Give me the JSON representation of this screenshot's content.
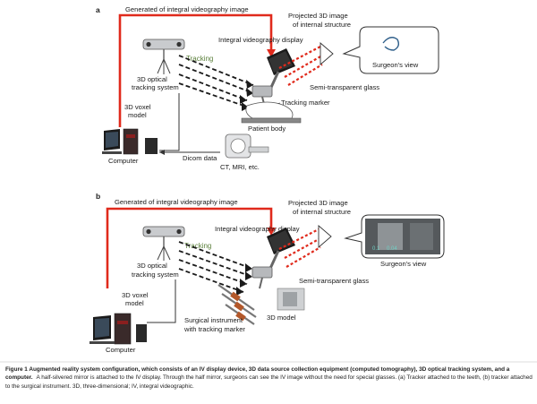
{
  "panels": {
    "a": {
      "label": "a",
      "generated": "Generated of integral videography image",
      "projected_line1": "Projected 3D image",
      "projected_line2": "of internal structure",
      "iv_display": "Integral videography display",
      "surgeons_view": "Surgeon's view",
      "tracking": "Tracking",
      "tracker_line1": "3D optical",
      "tracker_line2": "tracking system",
      "semi_glass": "Semi-transparent glass",
      "tracking_marker": "Tracking marker",
      "voxel_line1": "3D voxel",
      "voxel_line2": "model",
      "patient_body": "Patient body",
      "computer": "Computer",
      "dicom": "Dicom data",
      "ct_mri": "CT, MRI, etc."
    },
    "b": {
      "label": "b",
      "generated": "Generated of integral videography image",
      "projected_line1": "Projected 3D image",
      "projected_line2": "of internal structure",
      "iv_display": "Integral videography display",
      "tracking": "Tracking",
      "tracker_line1": "3D optical",
      "tracker_line2": "tracking system",
      "surgeons_view": "Surgeon's view",
      "view_readout": "0.1",
      "view_readout2": "0.04",
      "semi_glass": "Semi-transparent glass",
      "voxel_line1": "3D voxel",
      "voxel_line2": "model",
      "model_3d": "3D model",
      "instrument_line1": "Surgical instrument",
      "instrument_line2": "with tracking marker",
      "computer": "Computer"
    }
  },
  "caption": {
    "title": "Figure 1  Augmented reality system configuration, which consists of an IV display device, 3D data source collection equipment (computed tomography), 3D optical tracking system, and a computer.",
    "body": "A half-silvered mirror is attached to the IV display. Through the half mirror, surgeons can see the IV image without the need for special glasses. (a) Tracker attached to the teeth, (b) tracker attached to the surgical instrument. 3D, three-dimensional; IV, integral videographic."
  },
  "colors": {
    "red_line": "#e02a1c",
    "tracking_text": "#5a7f3a"
  }
}
